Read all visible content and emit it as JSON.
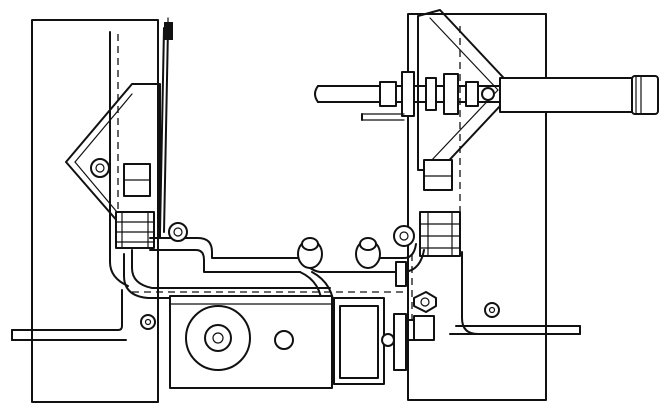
{
  "diagram": {
    "type": "mechanical-line-drawing",
    "colors": {
      "ink": "#111111",
      "paper": "#ffffff"
    },
    "components": [
      {
        "name": "left-frame-panel"
      },
      {
        "name": "right-frame-panel"
      },
      {
        "name": "left-triangular-bracket"
      },
      {
        "name": "right-triangular-bracket"
      },
      {
        "name": "horizontal-pipe-assembly"
      },
      {
        "name": "cylindrical-rod"
      },
      {
        "name": "motor-housing"
      },
      {
        "name": "pulley-wheel"
      },
      {
        "name": "control-box"
      },
      {
        "name": "base-rails"
      }
    ]
  }
}
